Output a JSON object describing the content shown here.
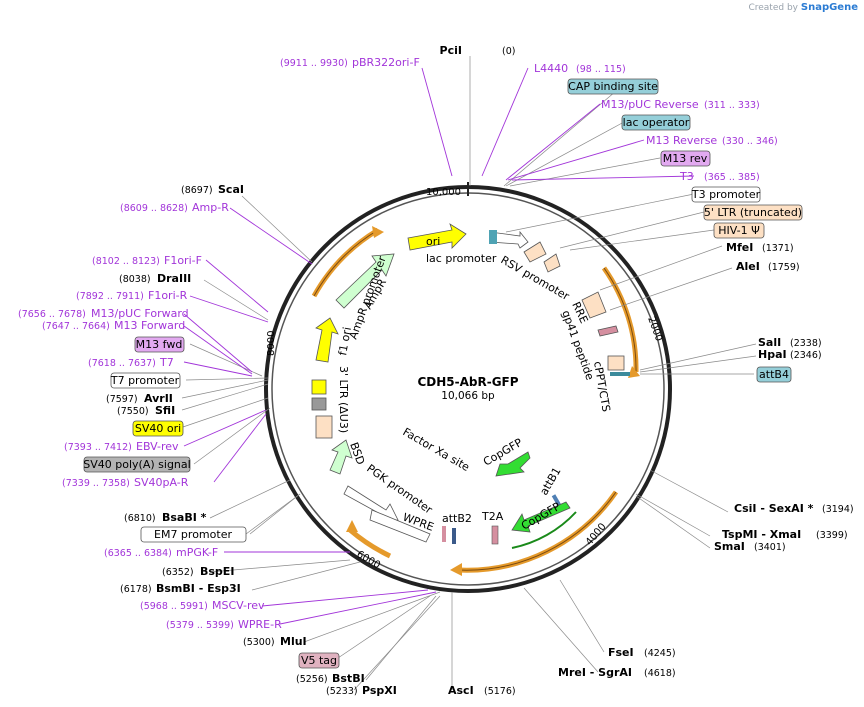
{
  "credit": {
    "prefix": "Created by",
    "brand": "SnapGene"
  },
  "plasmid": {
    "name": "CDH5-AbR-GFP",
    "size": "10,066 bp"
  },
  "ticks": [
    {
      "label": "10,000"
    },
    {
      "label": "2000"
    },
    {
      "label": "4000"
    },
    {
      "label": "6000"
    },
    {
      "label": "8000"
    }
  ],
  "colors": {
    "primer": "#a235d9",
    "ori": "#ffff00",
    "promoter_fill": "#ffffff",
    "ltr_fill": "#fde0c4",
    "gfp": "#33dd33",
    "resistance": "#cfffd0",
    "misc_grey": "#999999",
    "rre_fill": "#fde0c4",
    "arc_orange": "#e59a2b"
  },
  "enzymes": [
    {
      "name": "PciI",
      "pos": "(0)"
    },
    {
      "name": "ScaI",
      "pos": "(8697)"
    },
    {
      "name": "DraIII",
      "pos": "(8038)"
    },
    {
      "name": "MfeI",
      "pos": "(1371)"
    },
    {
      "name": "AleI",
      "pos": "(1759)"
    },
    {
      "name": "SalI",
      "pos": "(2338)"
    },
    {
      "name": "HpaI",
      "pos": "(2346)"
    },
    {
      "name": "AvrII",
      "pos": "(7597)"
    },
    {
      "name": "SfiI",
      "pos": "(7550)"
    },
    {
      "name": "BsaBI *",
      "pos": "(6810)"
    },
    {
      "name": "BspEI",
      "pos": "(6352)"
    },
    {
      "name": "BsmBI  - Esp3I",
      "pos": "(6178)"
    },
    {
      "name": "CsiI  - SexAI *",
      "pos": "(3194)"
    },
    {
      "name": "TspMI  - XmaI",
      "pos": "(3399)"
    },
    {
      "name": "SmaI",
      "pos": "(3401)"
    },
    {
      "name": "MluI",
      "pos": "(5300)"
    },
    {
      "name": "BstBI",
      "pos": "(5256)"
    },
    {
      "name": "PspXI",
      "pos": "(5233)"
    },
    {
      "name": "AscI",
      "pos": "(5176)"
    },
    {
      "name": "FseI",
      "pos": "(4245)"
    },
    {
      "name": "MreI  - SgrAI",
      "pos": "(4618)"
    }
  ],
  "primers": [
    {
      "name": "pBR322ori-F",
      "range": "(9911 .. 9930)"
    },
    {
      "name": "L4440",
      "range": "(98 .. 115)"
    },
    {
      "name": "M13/pUC Reverse",
      "range": "(311 .. 333)"
    },
    {
      "name": "M13 Reverse",
      "range": "(330 .. 346)"
    },
    {
      "name": "T3",
      "range": "(365 .. 385)"
    },
    {
      "name": "Amp-R",
      "range": "(8609 .. 8628)"
    },
    {
      "name": "F1ori-F",
      "range": "(8102 .. 8123)"
    },
    {
      "name": "F1ori-R",
      "range": "(7892 .. 7911)"
    },
    {
      "name": "M13/pUC Forward",
      "range": "(7656 .. 7678)"
    },
    {
      "name": "M13 Forward",
      "range": "(7647 .. 7664)"
    },
    {
      "name": "T7",
      "range": "(7618 .. 7637)"
    },
    {
      "name": "EBV-rev",
      "range": "(7393 .. 7412)"
    },
    {
      "name": "SV40pA-R",
      "range": "(7339 .. 7358)"
    },
    {
      "name": "mPGK-F",
      "range": "(6365 .. 6384)"
    },
    {
      "name": "MSCV-rev",
      "range": "(5968 .. 5991)"
    },
    {
      "name": "WPRE-R",
      "range": "(5379 .. 5399)"
    }
  ],
  "boxed_features": [
    {
      "name": "CAP binding site"
    },
    {
      "name": "lac operator"
    },
    {
      "name": "M13 rev"
    },
    {
      "name": "T3 promoter"
    },
    {
      "name": "5' LTR (truncated)"
    },
    {
      "name": "HIV-1 Ψ"
    },
    {
      "name": "attB4"
    },
    {
      "name": "M13 fwd"
    },
    {
      "name": "T7 promoter"
    },
    {
      "name": "SV40 ori"
    },
    {
      "name": "SV40 poly(A) signal"
    },
    {
      "name": "EM7 promoter"
    },
    {
      "name": "V5 tag"
    }
  ],
  "map_features": [
    {
      "name": "ori"
    },
    {
      "name": "lac promoter"
    },
    {
      "name": "RSV promoter"
    },
    {
      "name": "RRE"
    },
    {
      "name": "gp41 peptide"
    },
    {
      "name": "cPPT/CTS"
    },
    {
      "name": "AmpR"
    },
    {
      "name": "AmpR promoter"
    },
    {
      "name": "f1 ori"
    },
    {
      "name": "3' LTR (ΔU3)"
    },
    {
      "name": "BSD"
    },
    {
      "name": "PGK promoter"
    },
    {
      "name": "Factor Xa site"
    },
    {
      "name": "CopGFP"
    },
    {
      "name": "attB1"
    },
    {
      "name": "CopGFP"
    },
    {
      "name": "T2A"
    },
    {
      "name": "attB2"
    },
    {
      "name": "WPRE"
    }
  ]
}
